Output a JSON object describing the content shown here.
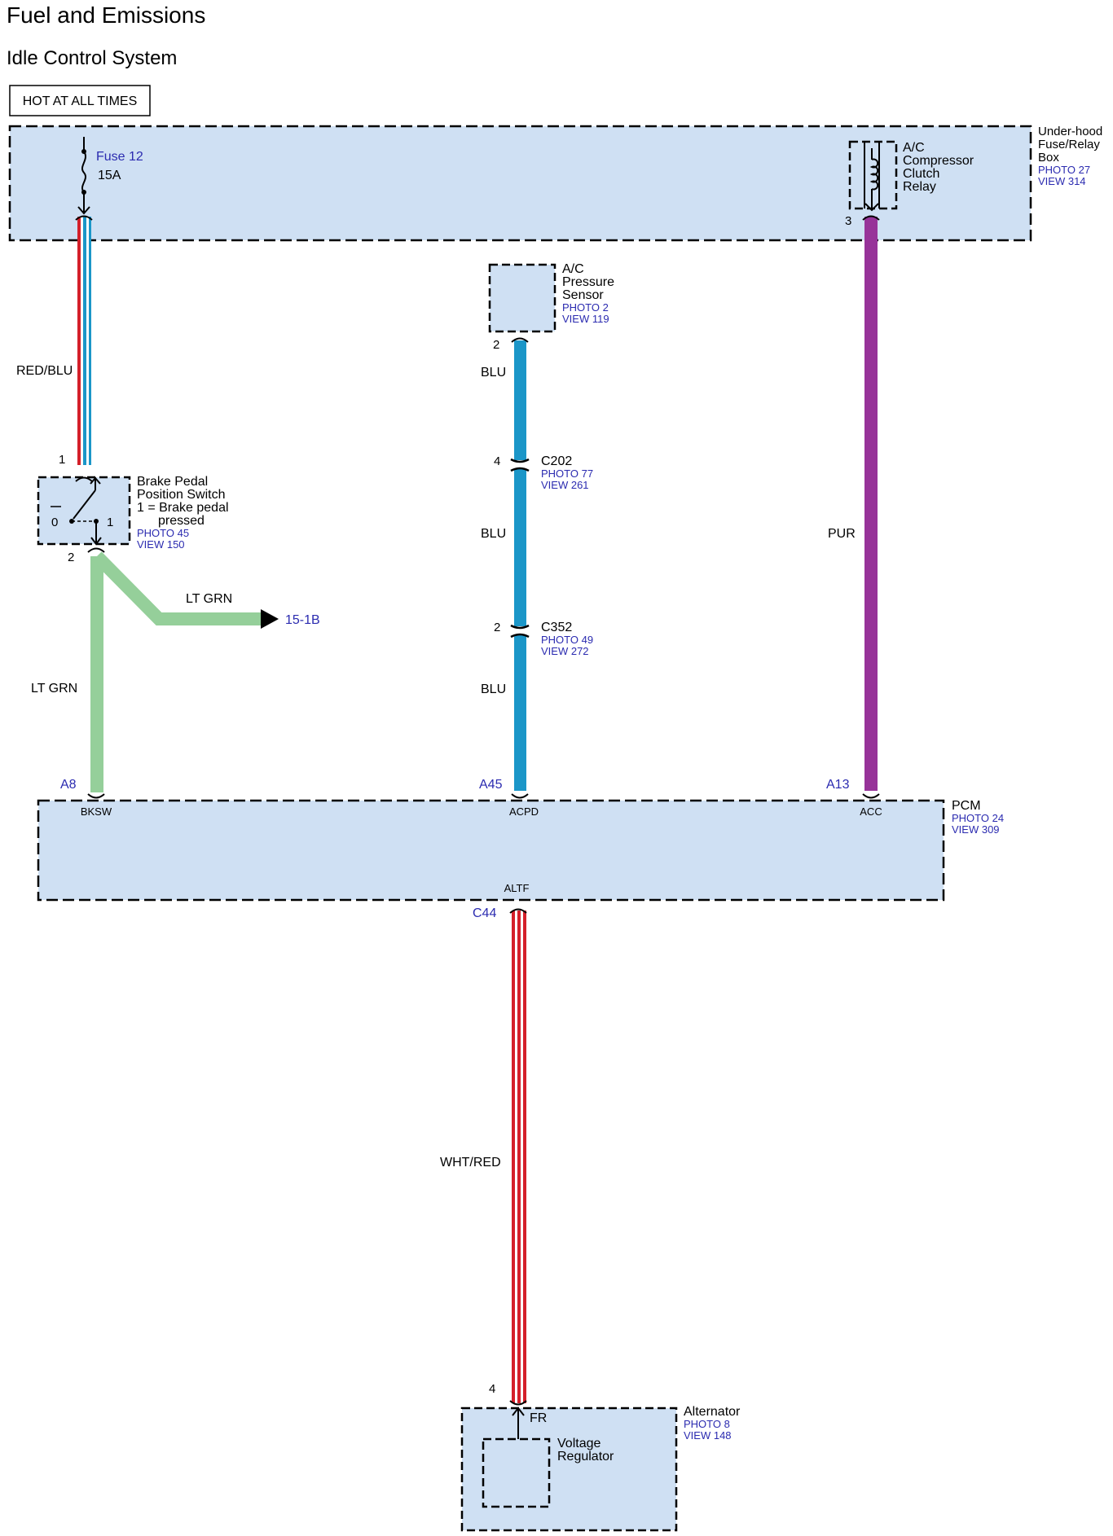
{
  "header": {
    "title": "Fuel and Emissions",
    "subtitle": "Idle Control System",
    "hot_label": "HOT AT ALL TIMES"
  },
  "fuse_box": {
    "name_lines": [
      "Under-hood",
      "Fuse/Relay",
      "Box"
    ],
    "photo": "PHOTO 27",
    "view": "VIEW 314",
    "fuse_name": "Fuse 12",
    "fuse_rating": "15A",
    "relay_lines": [
      "A/C",
      "Compressor",
      "Clutch",
      "Relay"
    ],
    "relay_pin": "3"
  },
  "sensor": {
    "name_lines": [
      "A/C",
      "Pressure",
      "Sensor"
    ],
    "photo": "PHOTO 2",
    "view": "VIEW 119",
    "pin": "2"
  },
  "brake_switch": {
    "name_lines": [
      "Brake Pedal",
      "Position Switch",
      "1 = Brake pedal",
      "pressed"
    ],
    "photo": "PHOTO 45",
    "view": "VIEW 150",
    "pin_in": "1",
    "pin_out": "2",
    "pos0": "0",
    "pos1": "1"
  },
  "connectors": [
    {
      "name": "C202",
      "pin": "4",
      "photo": "PHOTO 77",
      "view": "VIEW 261"
    },
    {
      "name": "C352",
      "pin": "2",
      "photo": "PHOTO 49",
      "view": "VIEW 272"
    }
  ],
  "wires": {
    "red_blu": "RED/BLU",
    "blu": "BLU",
    "pur": "PUR",
    "lt_grn": "LT GRN",
    "wht_red": "WHT/RED",
    "colors": {
      "red": "#d4202a",
      "blu": "#1b96c8",
      "pur": "#973399",
      "lt_grn": "#95cf9a",
      "white": "#ffffff"
    }
  },
  "offpage_ref": "15-1B",
  "pcm": {
    "name": "PCM",
    "photo": "PHOTO 24",
    "view": "VIEW 309",
    "pins": [
      {
        "id": "A8",
        "signal": "BKSW"
      },
      {
        "id": "A45",
        "signal": "ACPD"
      },
      {
        "id": "A13",
        "signal": "ACC"
      },
      {
        "id": "C44",
        "signal": "ALTF"
      }
    ]
  },
  "alternator": {
    "name": "Alternator",
    "photo": "PHOTO 8",
    "view": "VIEW 148",
    "pin": "4",
    "fr": "FR",
    "regulator_lines": [
      "Voltage",
      "Regulator"
    ]
  },
  "colors": {
    "box_fill": "#cfe0f3",
    "ref_text": "#2b2bb0"
  }
}
